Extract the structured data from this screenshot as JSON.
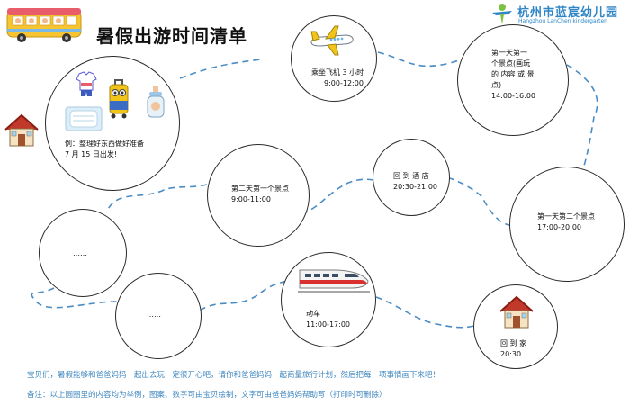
{
  "header": {
    "title": "暑假出游时间清单",
    "school_name": "杭州市蓝宸幼儿园",
    "school_name_en": "Hangzhou LanChen kindergarten",
    "accent_color": "#2f86c7"
  },
  "stops": [
    {
      "id": "prepare",
      "lines": [
        "例：整理好东西做好准备",
        "7 月 15 日出发!"
      ]
    },
    {
      "id": "flight",
      "lines": [
        "乘坐飞机 3 小时",
        "9:00-12:00"
      ]
    },
    {
      "id": "day1-spot1",
      "lines": [
        "第一天第一",
        "个景点(画玩",
        "的 内容 或 景",
        "点)",
        "14:00-16:00"
      ]
    },
    {
      "id": "hotel",
      "lines": [
        "回 到  酒 店",
        "20:30-21:00"
      ]
    },
    {
      "id": "day1-spot2",
      "lines": [
        "第一天第二个景点",
        "17:00-20:00"
      ]
    },
    {
      "id": "day2-spot1",
      "lines": [
        "第二天第一个景点",
        "9:00-11:00"
      ]
    },
    {
      "id": "blank1",
      "lines": [
        "……"
      ]
    },
    {
      "id": "blank2",
      "lines": [
        "……"
      ]
    },
    {
      "id": "train",
      "lines": [
        "动车",
        "11:00-17:00"
      ]
    },
    {
      "id": "home",
      "lines": [
        "回  到  家",
        "20:30"
      ]
    }
  ],
  "notes": {
    "line1": "宝贝们，暑假能够和爸爸妈妈一起出去玩一定很开心吧，请你和爸爸妈妈一起商量旅行计划，然后把每一项事情画下来吧！",
    "line2": "备注：以上圆圈里的内容均为举例，图案、数字可由宝贝绘制，文字可由爸爸妈妈帮助写（打印时可删除）"
  },
  "icons": [
    "school-bus-icon",
    "school-logo-icon",
    "house-icon",
    "clothes-icon",
    "suitcase-icon",
    "baby-bottle-icon",
    "face-mask-icon",
    "airplane-icon",
    "bullet-train-icon",
    "home-icon"
  ],
  "colors": {
    "path": "#4b8cc4",
    "note_text": "#3e86be",
    "circle_border": "#2a2a2a"
  }
}
